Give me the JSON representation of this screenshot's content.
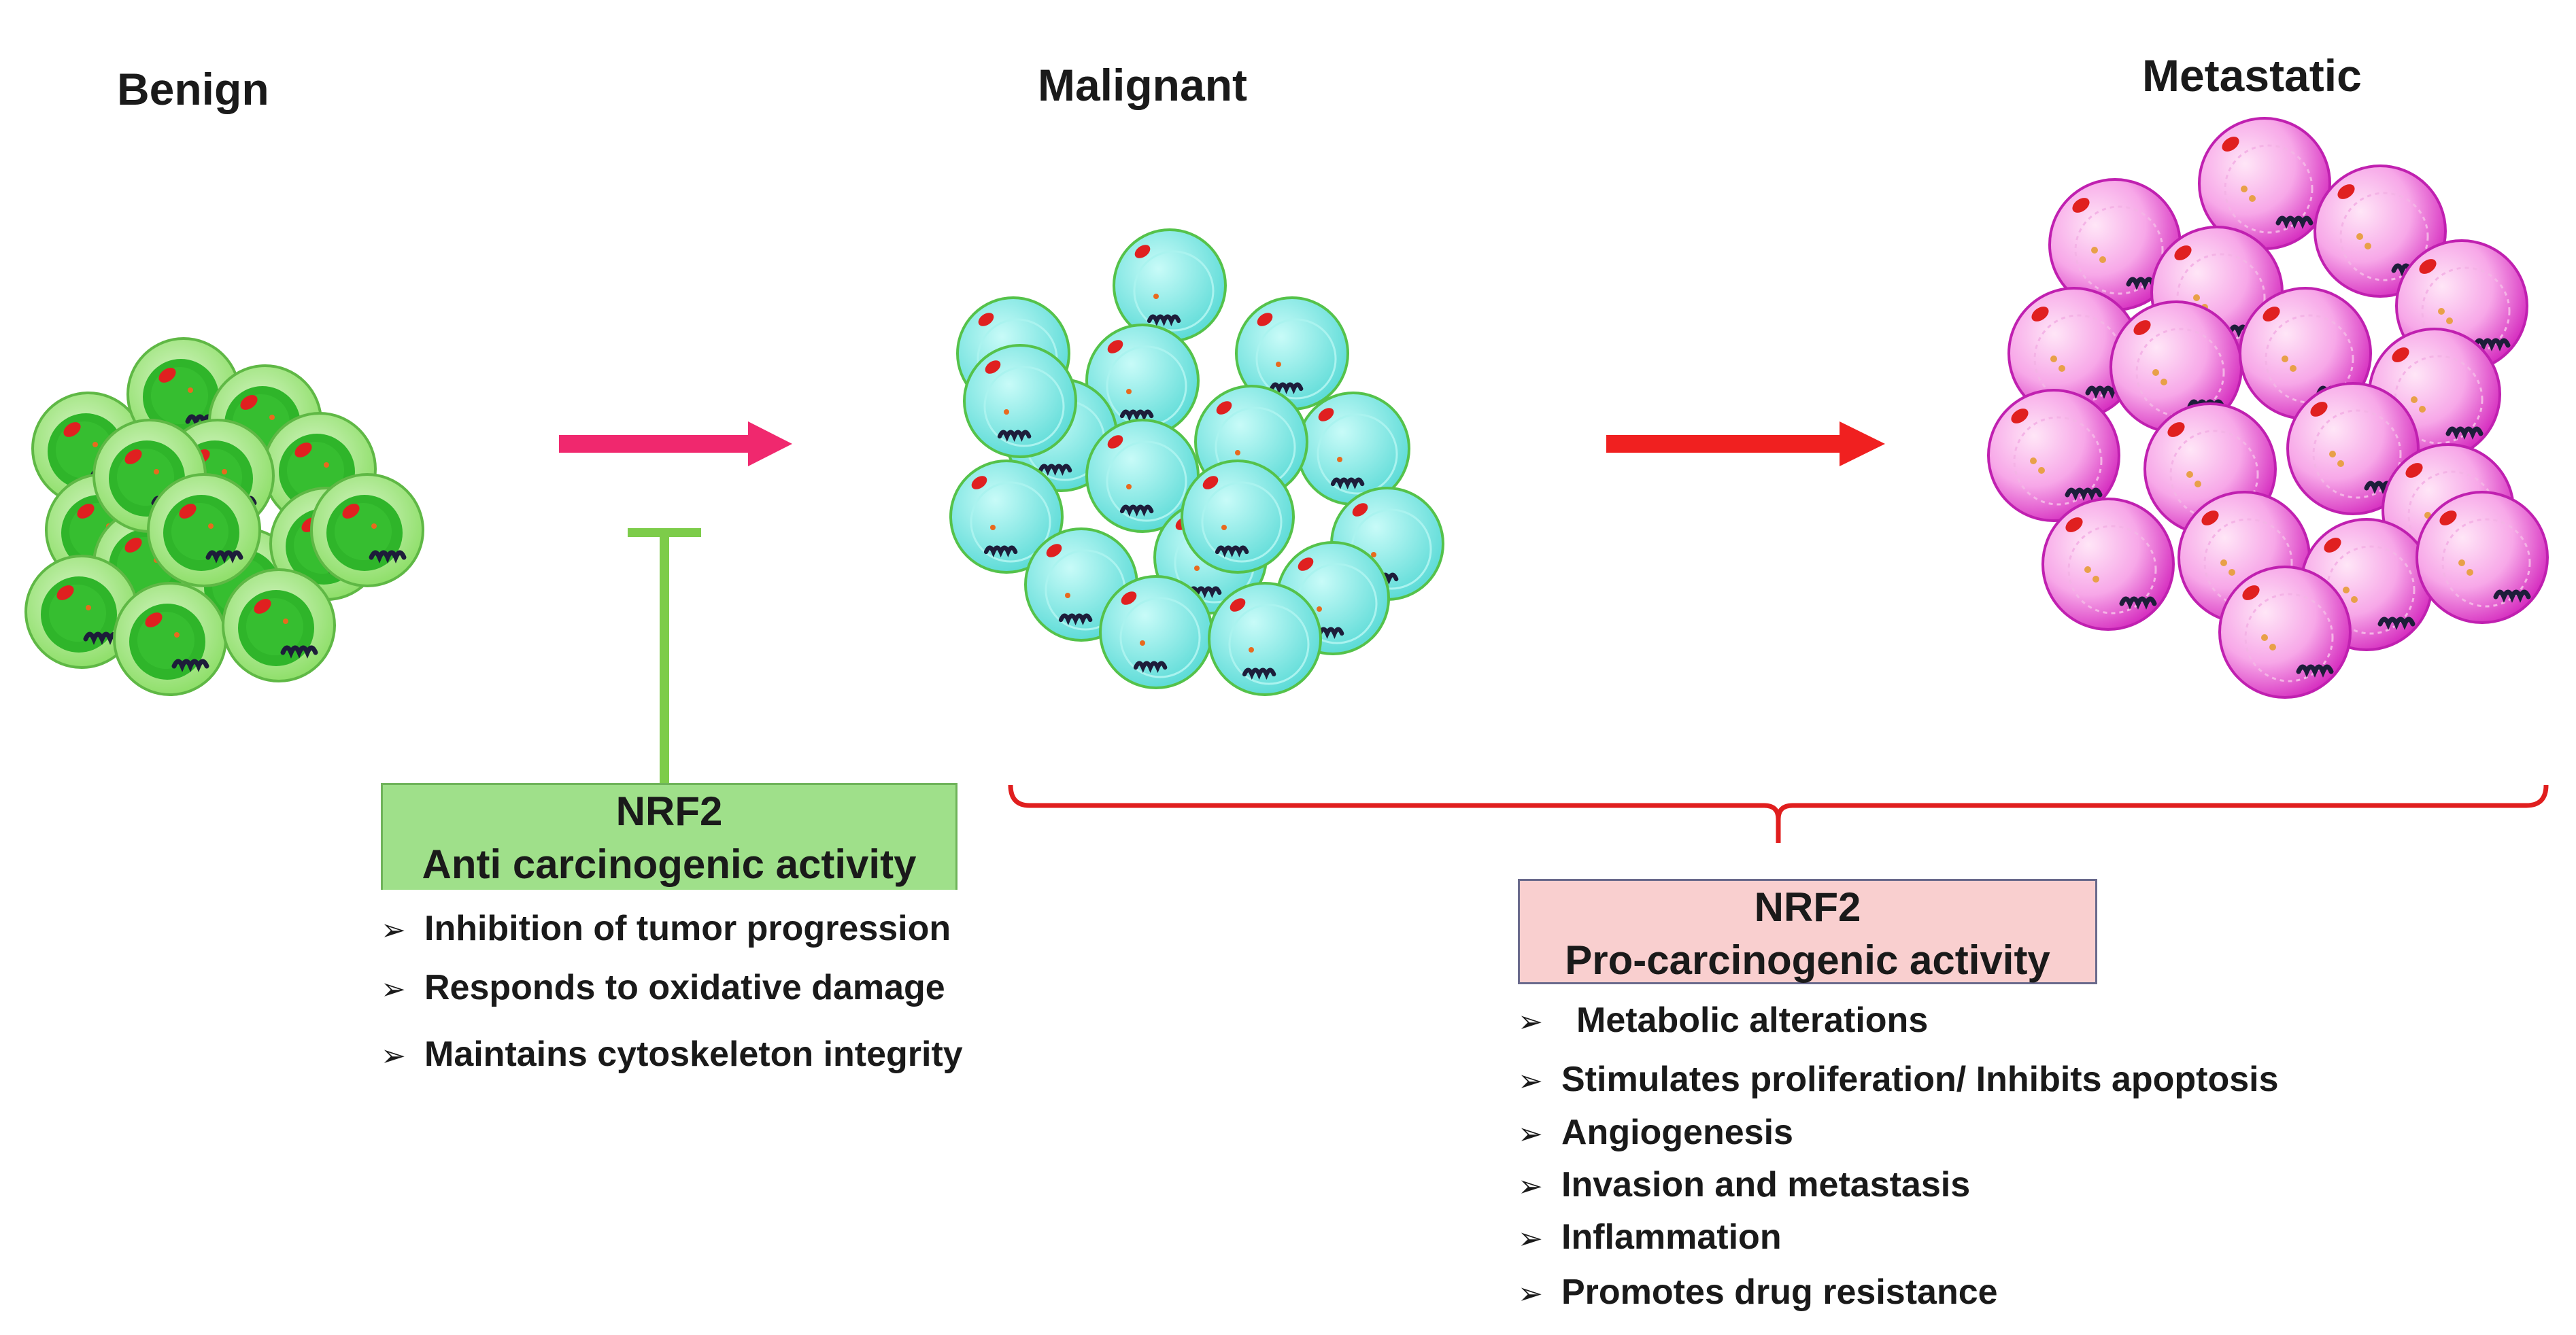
{
  "stages": {
    "benign": "Benign",
    "malignant": "Malignant",
    "metastatic": "Metastatic"
  },
  "anti": {
    "line1": "NRF2",
    "line2": "Anti carcinogenic activity",
    "items": [
      "Inhibition of tumor progression",
      "Responds to oxidative damage",
      "Maintains cytoskeleton integrity"
    ]
  },
  "pro": {
    "line1": "NRF2",
    "line2": "Pro-carcinogenic activity",
    "items": [
      "Metabolic alterations",
      "Stimulates proliferation/ Inhibits apoptosis",
      "Angiogenesis",
      "Invasion and metastasis",
      "Inflammation",
      "Promotes drug resistance"
    ]
  },
  "bullet_glyph": "➢",
  "colors": {
    "benign_cell": "#7fdc55",
    "benign_nucleus": "#2fb52a",
    "malignant_cell": "#7fe9e6",
    "metastatic_cell": "#f04fd8",
    "arrow_pink": "#f0286e",
    "arrow_red": "#f02020",
    "inhibit_line": "#7dcc4a",
    "bracket_red": "#e01e1e",
    "anti_box": "#9fe08a",
    "pro_box": "#f9cfcf"
  }
}
